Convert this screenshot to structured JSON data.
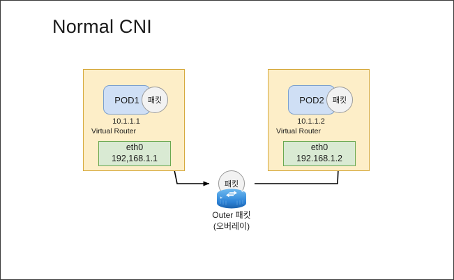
{
  "diagram": {
    "title": "Normal CNI",
    "type": "network-topology",
    "background": "#ffffff",
    "border_color": "#3a3a3a",
    "colors": {
      "node_fill": "#fdeec8",
      "node_border": "#d6a93c",
      "pod_fill": "#cfdff5",
      "pod_border": "#7a9fcf",
      "eth_fill": "#d9ead3",
      "eth_border": "#6aa84f",
      "packet_fill": "#f2f2f2",
      "packet_border": "#9a9a9a",
      "router_blue": "#2f86d8",
      "arrow": "#000000"
    }
  },
  "nodes": [
    {
      "id": "left",
      "pod_label": "POD1",
      "pod_ip": "10.1.1.1",
      "router_label": "Virtual Router",
      "iface_name": "eth0",
      "iface_ip": "192,168.1.1",
      "packet_badge": "패킷"
    },
    {
      "id": "right",
      "pod_label": "POD2",
      "pod_ip": "10.1.1.2",
      "router_label": "Virtual Router",
      "iface_name": "eth0",
      "iface_ip": "192.168.1.2",
      "packet_badge": "패킷"
    }
  ],
  "center": {
    "packet_badge": "패킷",
    "caption_line1": "Outer 패킷",
    "caption_line2": "(오버레이)",
    "icon": "router-icon"
  },
  "flows": [
    {
      "id": "outbound",
      "from": "POD1",
      "to": "Outer 패킷",
      "direction": "right"
    },
    {
      "id": "inbound",
      "from": "Outer 패킷",
      "to": "POD2",
      "direction": "up-right"
    }
  ]
}
